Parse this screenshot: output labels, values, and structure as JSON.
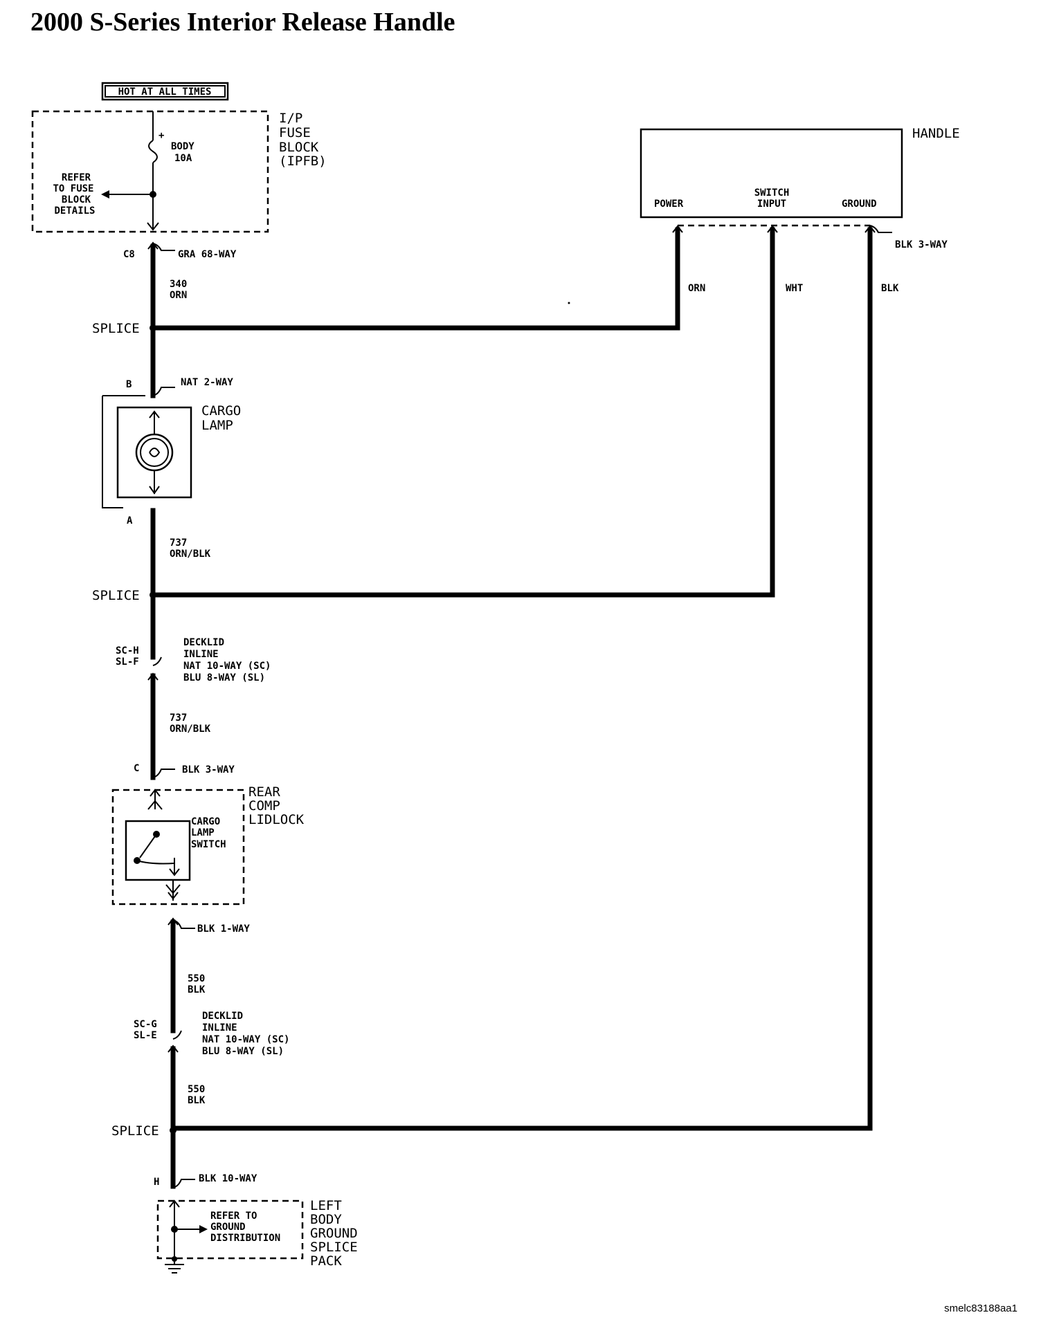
{
  "title": "2000 S-Series Interior Release Handle",
  "hot_at_all_times": "HOT AT ALL TIMES",
  "fuse_block": {
    "name_lines": [
      "I/P",
      "FUSE",
      "BLOCK",
      "(IPFB)"
    ],
    "fuse_name": "BODY",
    "fuse_rating": "10A",
    "plus_sign": "+",
    "refer_lines": [
      "REFER",
      "TO FUSE",
      "BLOCK",
      "DETAILS"
    ]
  },
  "handle": {
    "name": "HANDLE",
    "pin_power": "POWER",
    "pin_switch_lines": [
      "SWITCH",
      "INPUT"
    ],
    "pin_ground": "GROUND",
    "connector": "BLK 3-WAY",
    "wire_orn": "ORN",
    "wire_wht": "WHT",
    "wire_blk": "BLK"
  },
  "c8": {
    "pin": "C8",
    "connector": "GRA 68-WAY"
  },
  "circuit_340": {
    "number": "340",
    "color": "ORN"
  },
  "splice_label": "SPLICE",
  "cargo_lamp": {
    "pin_b": "B",
    "pin_a": "A",
    "connector": "NAT 2-WAY",
    "name_lines": [
      "CARGO",
      "LAMP"
    ]
  },
  "circuit_737": {
    "number": "737",
    "color": "ORN/BLK"
  },
  "decklid_inline_1": {
    "pins": [
      "SC-H",
      "SL-F"
    ],
    "lines": [
      "DECKLID",
      "INLINE",
      "NAT 10-WAY (SC)",
      "BLU 8-WAY (SL)"
    ]
  },
  "rear_comp": {
    "pin_c": "C",
    "connector_top": "BLK 3-WAY",
    "name_lines": [
      "REAR",
      "COMP",
      "LIDLOCK"
    ],
    "switch_lines": [
      "CARGO",
      "LAMP",
      "SWITCH"
    ],
    "connector_bottom": "BLK 1-WAY"
  },
  "circuit_550": {
    "number": "550",
    "color": "BLK"
  },
  "decklid_inline_2": {
    "pins": [
      "SC-G",
      "SL-E"
    ],
    "lines": [
      "DECKLID",
      "INLINE",
      "NAT 10-WAY (SC)",
      "BLU 8-WAY (SL)"
    ]
  },
  "ground_pack": {
    "pin_h": "H",
    "connector": "BLK 10-WAY",
    "refer_lines": [
      "REFER TO",
      "GROUND",
      "DISTRIBUTION"
    ],
    "name_lines": [
      "LEFT",
      "BODY",
      "GROUND",
      "SPLICE",
      "PACK"
    ]
  },
  "footer_code": "smelc83188aa1"
}
